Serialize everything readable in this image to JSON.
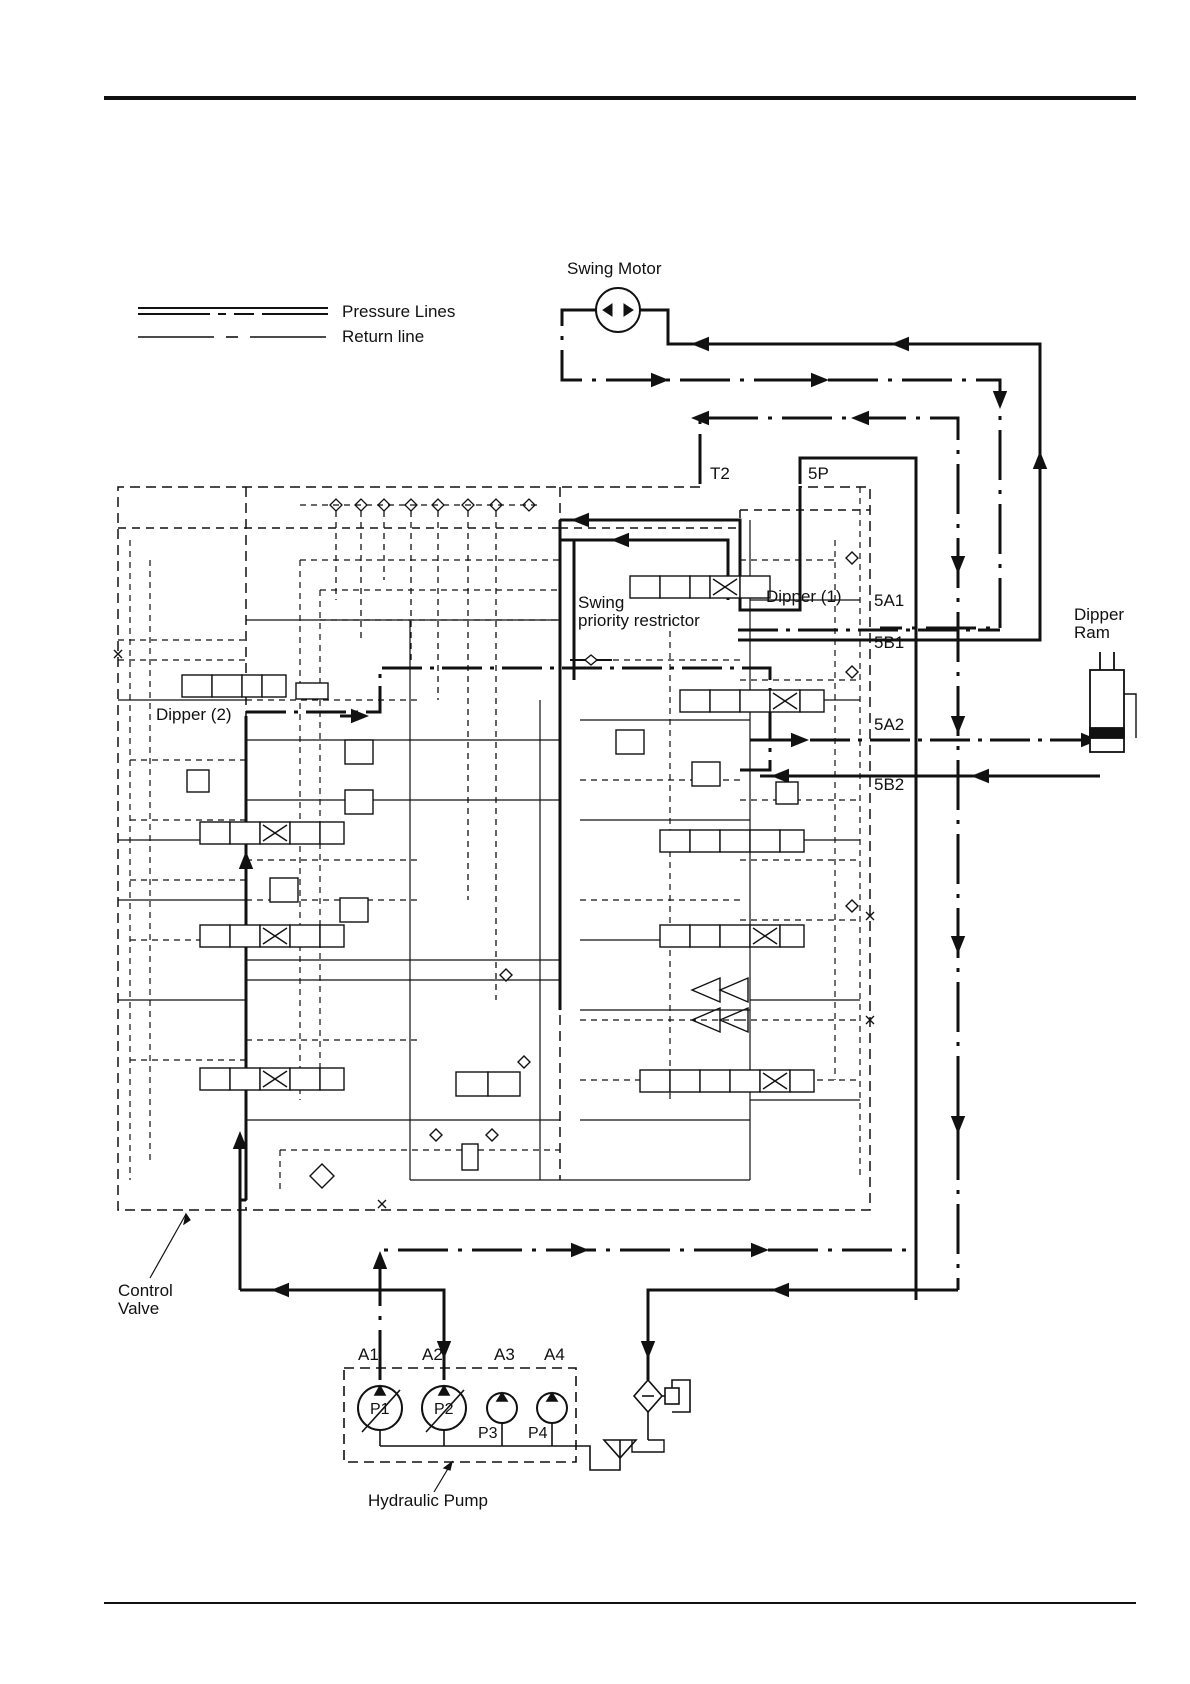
{
  "legend": {
    "pressure": "Pressure Lines",
    "return": "Return line"
  },
  "labels": {
    "swing_motor": "Swing Motor",
    "t2": "T2",
    "p5": "5P",
    "dipper1": "Dipper (1)",
    "dipper2": "Dipper (2)",
    "swing_restrictor_1": "Swing",
    "swing_restrictor_2": "priority restrictor",
    "port_5a1": "5A1",
    "port_5b1": "5B1",
    "port_5a2": "5A2",
    "port_5b2": "5B2",
    "dipper_ram_1": "Dipper",
    "dipper_ram_2": "Ram",
    "control_valve_1": "Control",
    "control_valve_2": "Valve",
    "a1": "A1",
    "a2": "A2",
    "a3": "A3",
    "a4": "A4",
    "p1": "P1",
    "p2": "P2",
    "p3": "P3",
    "p4": "P4",
    "hydraulic_pump": "Hydraulic Pump"
  }
}
